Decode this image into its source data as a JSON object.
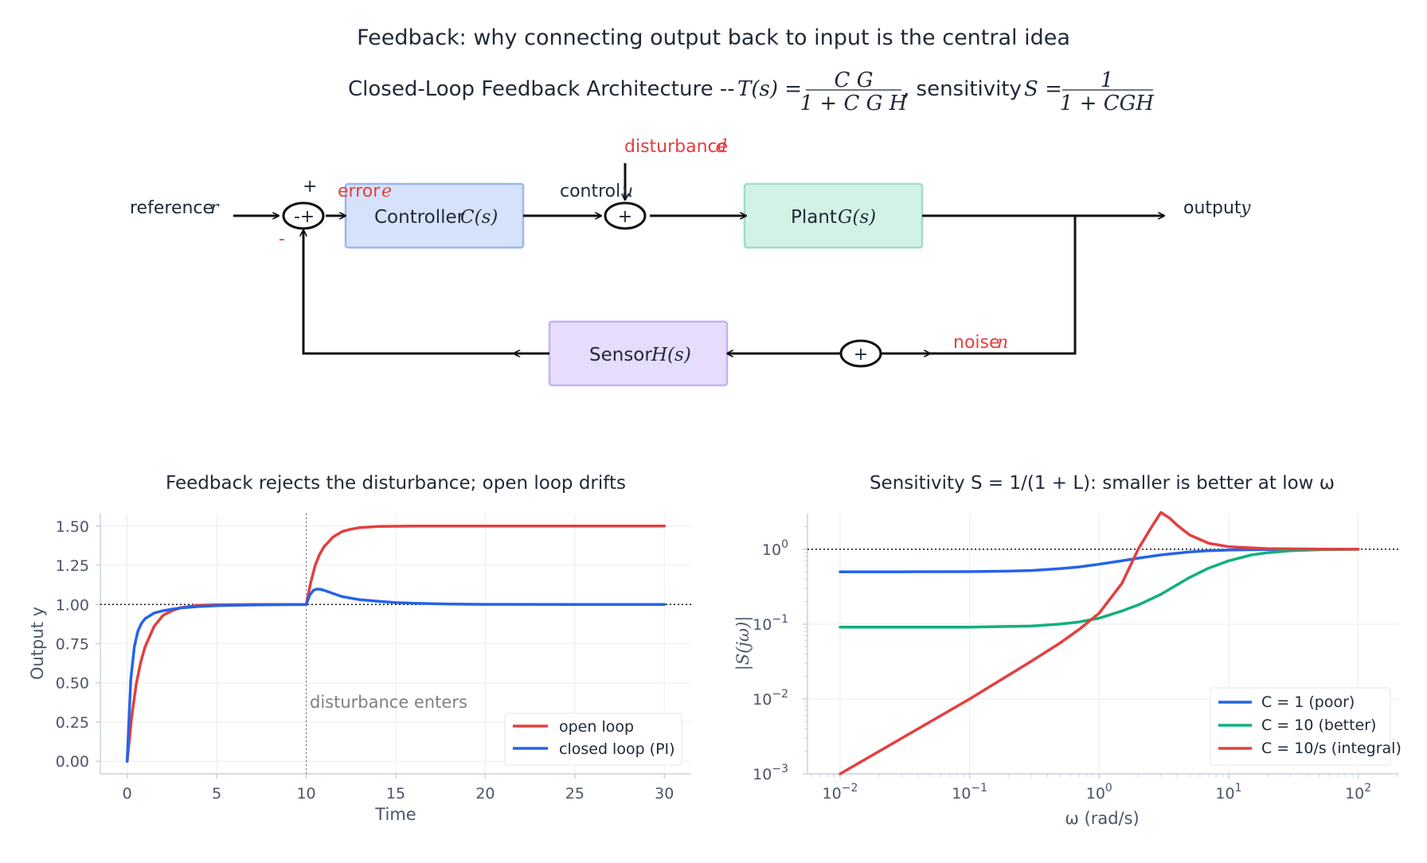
{
  "suptitle": "Feedback:  why connecting output back to input is the central idea",
  "diagram": {
    "title_text": "Closed-Loop Feedback Architecture  --",
    "title_T": "T(s) =",
    "title_T_num": "C G",
    "title_T_den": "1 + C G H",
    "title_S_word": ", sensitivity",
    "title_S": "S =",
    "title_S_num": "1",
    "title_S_den": "1 + CGH",
    "reference": "reference",
    "reference_sym": "r",
    "plus_sign": "+",
    "minus_sign": "-",
    "error": "error",
    "error_sym": "e",
    "controller": "Controller",
    "controller_sym": "C(s)",
    "control": "control",
    "control_sym": "u",
    "disturbance": "disturbance",
    "disturbance_sym": "d",
    "plant": "Plant",
    "plant_sym": "G(s)",
    "output": "output",
    "output_sym": "y",
    "sensor": "Sensor",
    "sensor_sym": "H(s)",
    "noise": "noise",
    "noise_sym": "n",
    "colors": {
      "controller": "#d6e2f9",
      "controller_border": "#9db6f0",
      "plant": "#d2f2e6",
      "plant_border": "#9fdfc4",
      "sensor": "#e6dcfb",
      "sensor_border": "#c6b2f3",
      "signal_red": "#e53e3e"
    }
  },
  "chart_data": [
    {
      "type": "line",
      "title": "Feedback rejects the disturbance; open loop drifts",
      "xlabel": "Time",
      "ylabel": "Output  y",
      "xlim": [
        -1.5,
        31.5
      ],
      "ylim": [
        -0.08,
        1.58
      ],
      "xticks": [
        0,
        5,
        10,
        15,
        20,
        25,
        30
      ],
      "yticks": [
        0.0,
        0.25,
        0.5,
        0.75,
        1.0,
        1.25,
        1.5
      ],
      "ytick_labels": [
        "0.00",
        "0.25",
        "0.50",
        "0.75",
        "1.00",
        "1.25",
        "1.50"
      ],
      "reference_line": 1.0,
      "disturbance_time": 10,
      "annotation": "disturbance enters",
      "legend_position": "lower right",
      "grid": true,
      "series": [
        {
          "name": "open loop",
          "color": "#e53e3e",
          "x": [
            0,
            0.25,
            0.5,
            0.75,
            1,
            1.5,
            2,
            2.5,
            3,
            4,
            5,
            6,
            7,
            8,
            10,
            10.25,
            10.5,
            10.75,
            11,
            11.5,
            12,
            12.5,
            13,
            14,
            15,
            16,
            18,
            20,
            25,
            30
          ],
          "y": [
            0.0,
            0.28,
            0.49,
            0.63,
            0.73,
            0.86,
            0.93,
            0.96,
            0.98,
            0.995,
            0.998,
            0.999,
            1.0,
            1.0,
            1.0,
            1.14,
            1.25,
            1.32,
            1.37,
            1.43,
            1.465,
            1.48,
            1.49,
            1.497,
            1.499,
            1.5,
            1.5,
            1.5,
            1.5,
            1.5
          ]
        },
        {
          "name": "closed loop (PI)",
          "color": "#2563eb",
          "x": [
            0,
            0.2,
            0.4,
            0.6,
            0.8,
            1,
            1.5,
            2,
            2.5,
            3,
            4,
            5,
            6,
            8,
            10,
            10.2,
            10.4,
            10.6,
            10.8,
            11,
            11.5,
            12,
            13,
            14,
            15,
            16,
            18,
            20,
            25,
            30
          ],
          "y": [
            0.0,
            0.52,
            0.73,
            0.83,
            0.88,
            0.91,
            0.945,
            0.96,
            0.97,
            0.978,
            0.987,
            0.992,
            0.995,
            0.998,
            1.0,
            1.06,
            1.09,
            1.098,
            1.096,
            1.09,
            1.07,
            1.05,
            1.03,
            1.02,
            1.012,
            1.008,
            1.003,
            1.001,
            1.0,
            1.0
          ]
        }
      ]
    },
    {
      "type": "line",
      "title": "Sensitivity  S = 1/(1 + L):  smaller is better at low ω",
      "xlabel": "ω (rad/s)",
      "ylabel": "|S(jω)|",
      "xscale": "log",
      "yscale": "log",
      "xlim": [
        0.0056,
        204
      ],
      "ylim": [
        0.001,
        3.0
      ],
      "xticks": [
        0.01,
        0.1,
        1,
        10,
        100
      ],
      "xtick_labels": [
        "10",
        "10",
        "10",
        "10",
        "10"
      ],
      "xtick_exponents": [
        "−2",
        "−1",
        "0",
        "1",
        "2"
      ],
      "yticks": [
        0.001,
        0.01,
        0.1,
        1
      ],
      "ytick_labels": [
        "10",
        "10",
        "10",
        "10"
      ],
      "ytick_exponents": [
        "−3",
        "−2",
        "−1",
        "0"
      ],
      "reference_line": 1.0,
      "legend_position": "lower right",
      "grid": true,
      "series": [
        {
          "name": "C = 1 (poor)",
          "color": "#2563eb",
          "x": [
            0.01,
            0.03,
            0.1,
            0.2,
            0.3,
            0.5,
            0.7,
            1,
            1.5,
            2,
            3,
            5,
            7,
            10,
            20,
            50,
            100
          ],
          "y": [
            0.5,
            0.5,
            0.502,
            0.51,
            0.52,
            0.55,
            0.58,
            0.63,
            0.7,
            0.76,
            0.84,
            0.92,
            0.955,
            0.975,
            0.993,
            0.999,
            1.0
          ]
        },
        {
          "name": "C = 10 (better)",
          "color": "#10b07a",
          "x": [
            0.01,
            0.03,
            0.1,
            0.3,
            0.5,
            0.7,
            1,
            1.5,
            2,
            3,
            5,
            7,
            10,
            15,
            20,
            30,
            50,
            100
          ],
          "y": [
            0.0909,
            0.0909,
            0.0912,
            0.094,
            0.1,
            0.107,
            0.12,
            0.15,
            0.18,
            0.25,
            0.42,
            0.56,
            0.7,
            0.84,
            0.9,
            0.955,
            0.985,
            1.0
          ]
        },
        {
          "name": "C = 10/s (integral)",
          "color": "#e53e3e",
          "x": [
            0.01,
            0.03,
            0.1,
            0.3,
            0.5,
            0.7,
            1,
            1.5,
            2,
            2.5,
            3,
            3.5,
            4,
            5,
            7,
            10,
            20,
            50,
            100
          ],
          "y": [
            0.001,
            0.003,
            0.01,
            0.032,
            0.056,
            0.085,
            0.14,
            0.35,
            1.0,
            1.9,
            3.1,
            2.6,
            2.1,
            1.55,
            1.2,
            1.08,
            1.02,
            1.005,
            1.0
          ]
        }
      ]
    }
  ]
}
